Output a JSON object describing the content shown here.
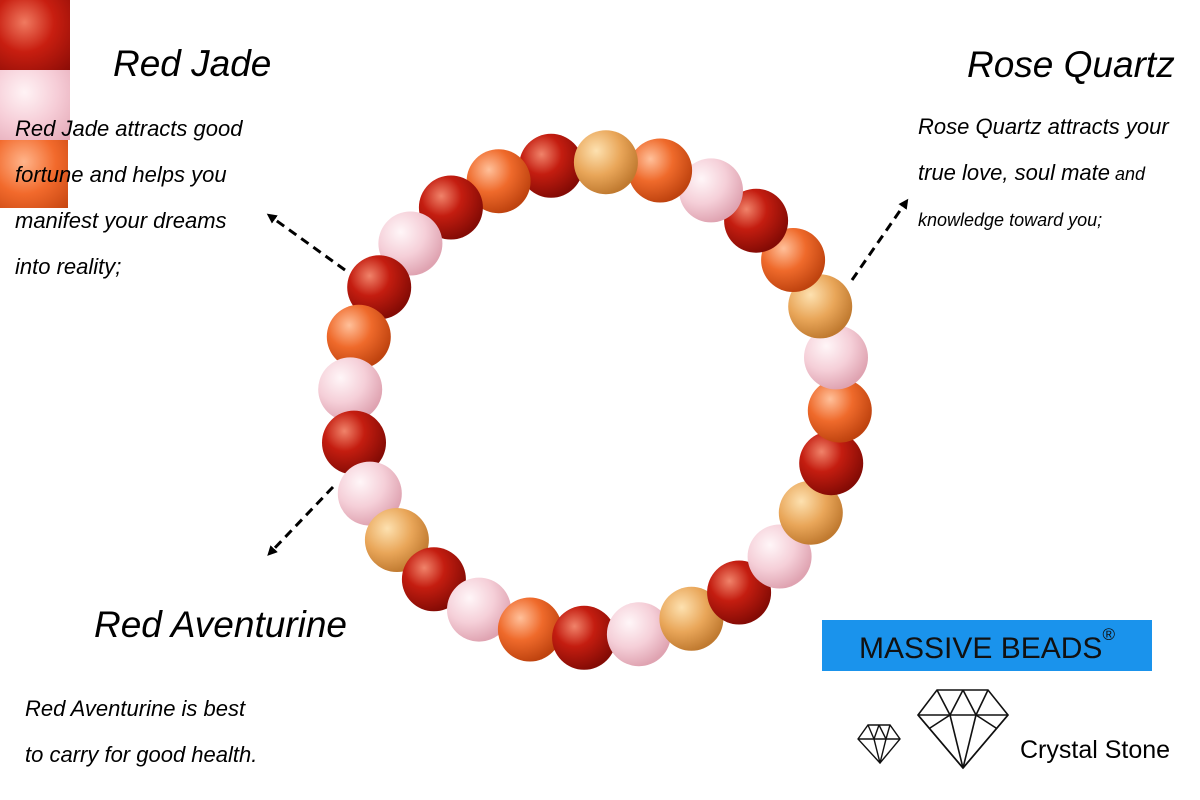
{
  "red_jade": {
    "title": "Red Jade",
    "lines": [
      "Red Jade attracts good",
      "fortune and helps you",
      "manifest your dreams",
      "into reality;"
    ]
  },
  "rose_quartz": {
    "title": "Rose Quartz",
    "line1": "Rose Quartz attracts your",
    "line2_main": "true love, soul mate",
    "line2_small": " and",
    "line3": "knowledge toward you;"
  },
  "red_aventurine": {
    "title": "Red Aventurine",
    "lines": [
      "Red Aventurine is best",
      "to carry for good health."
    ]
  },
  "brand": {
    "name": "MASSIVE BEADS",
    "mark": "®",
    "tagline": "Crystal Stone"
  },
  "colors": {
    "brand_box": "#1a93ec",
    "red_jade": "#c81e10",
    "rose_quartz": "#f6cdd7",
    "red_aventurine": "#f26a2c",
    "yellow_jade": "#e8a65a"
  },
  "bracelet": {
    "bead_count": 28,
    "beads": [
      "red",
      "orange",
      "red",
      "pink",
      "red",
      "orange",
      "pink",
      "red",
      "pink",
      "yellow",
      "red",
      "pink",
      "orange",
      "red",
      "pink",
      "yellow",
      "red",
      "pink",
      "yellow",
      "red",
      "orange",
      "pink",
      "yellow",
      "orange",
      "red",
      "pink",
      "orange",
      "yellow"
    ]
  }
}
